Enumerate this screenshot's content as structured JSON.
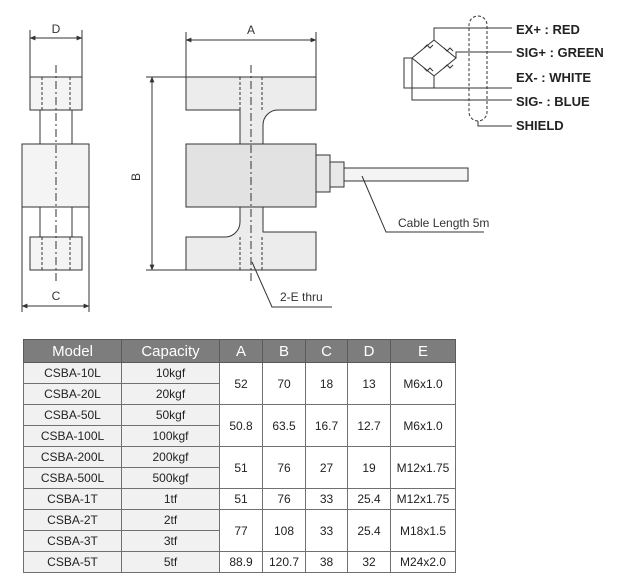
{
  "drawing": {
    "dim_labels": {
      "a": "A",
      "b": "B",
      "c": "C",
      "d": "D"
    },
    "cable_note": "Cable Length 5m",
    "thru_note": "2-E thru"
  },
  "wiring": [
    {
      "label": "EX+ : RED"
    },
    {
      "label": "SIG+ : GREEN"
    },
    {
      "label": "EX- : WHITE"
    },
    {
      "label": "SIG- : BLUE"
    },
    {
      "label": "SHIELD"
    }
  ],
  "table": {
    "headers": [
      "Model",
      "Capacity",
      "A",
      "B",
      "C",
      "D",
      "E"
    ],
    "rows": [
      {
        "model": "CSBA-10L",
        "capacity": "10kgf"
      },
      {
        "model": "CSBA-20L",
        "capacity": "20kgf"
      },
      {
        "model": "CSBA-50L",
        "capacity": "50kgf"
      },
      {
        "model": "CSBA-100L",
        "capacity": "100kgf"
      },
      {
        "model": "CSBA-200L",
        "capacity": "200kgf"
      },
      {
        "model": "CSBA-500L",
        "capacity": "500kgf"
      },
      {
        "model": "CSBA-1T",
        "capacity": "1tf"
      },
      {
        "model": "CSBA-2T",
        "capacity": "2tf"
      },
      {
        "model": "CSBA-3T",
        "capacity": "3tf"
      },
      {
        "model": "CSBA-5T",
        "capacity": "5tf"
      }
    ],
    "groups": [
      {
        "a": "52",
        "b": "70",
        "c": "18",
        "d": "13",
        "e": "M6x1.0"
      },
      {
        "a": "50.8",
        "b": "63.5",
        "c": "16.7",
        "d": "12.7",
        "e": "M6x1.0"
      },
      {
        "a": "51",
        "b": "76",
        "c": "27",
        "d": "19",
        "e": "M12x1.75"
      },
      {
        "a": "51",
        "b": "76",
        "c": "33",
        "d": "25.4",
        "e": "M12x1.75"
      },
      {
        "a": "77",
        "b": "108",
        "c": "33",
        "d": "25.4",
        "e": "M18x1.5"
      },
      {
        "a": "88.9",
        "b": "120.7",
        "c": "38",
        "d": "32",
        "e": "M24x2.0"
      }
    ]
  }
}
